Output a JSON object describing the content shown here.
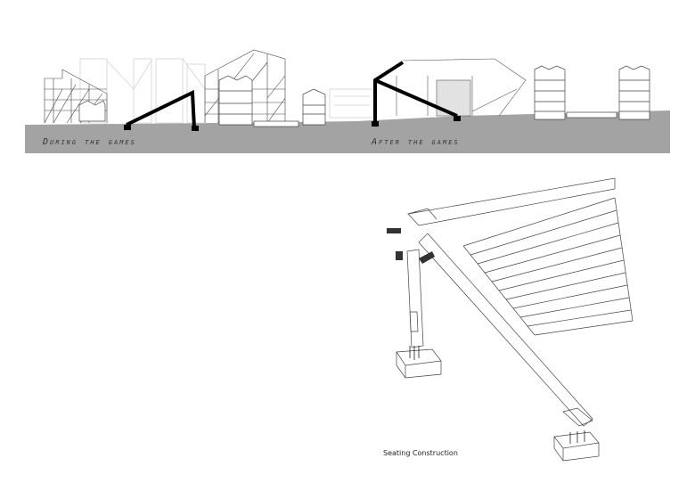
{
  "sections": [
    {
      "label": "During the games"
    },
    {
      "label": "After the games"
    }
  ],
  "detail": {
    "caption": "Seating Construction"
  },
  "colors": {
    "ground": "#a3a3a3",
    "structure": "#000000",
    "line": "#555555",
    "faint": "#cfcfcf"
  }
}
